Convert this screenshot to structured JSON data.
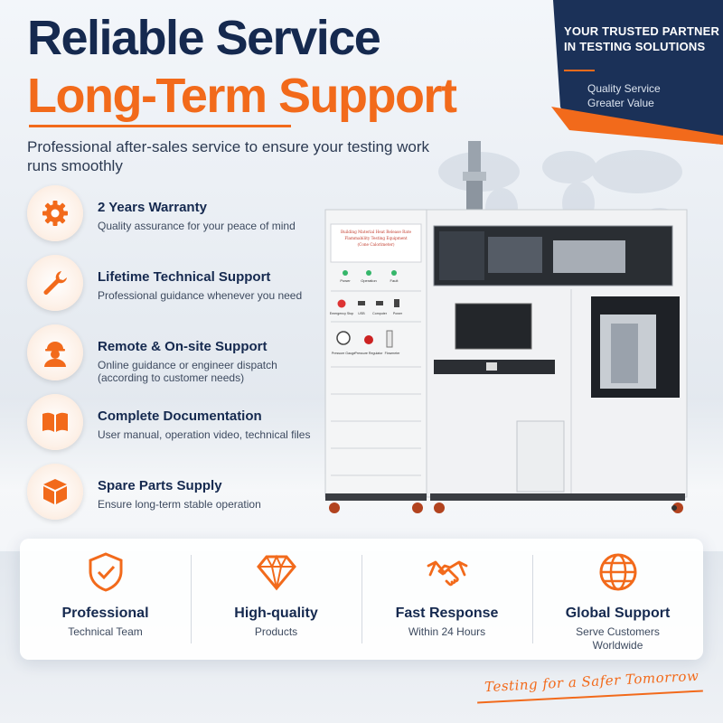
{
  "corner": {
    "title": "YOUR TRUSTED PARTNER IN TESTING SOLUTIONS",
    "line1": "Quality Service",
    "line2": "Greater Value"
  },
  "headline": {
    "line1": "Reliable Service",
    "line2": "Long-Term Support"
  },
  "subtitle": "Professional after-sales service to ensure your testing work runs smoothly",
  "features": [
    {
      "icon": "gear-icon",
      "title": "2 Years Warranty",
      "desc": "Quality assurance for your peace of mind"
    },
    {
      "icon": "wrench-icon",
      "title": "Lifetime Technical Support",
      "desc": "Professional guidance whenever you need"
    },
    {
      "icon": "engineer-icon",
      "title": "Remote & On-site Support",
      "desc": "Online guidance or engineer dispatch (according to customer needs)"
    },
    {
      "icon": "book-icon",
      "title": "Complete Documentation",
      "desc": "User manual, operation video, technical files"
    },
    {
      "icon": "box-icon",
      "title": "Spare Parts Supply",
      "desc": "Ensure long-term stable operation"
    }
  ],
  "machine": {
    "label": "Building Material Heat Release Rate Flammability Testing Equipment (Cone Calorimeter)",
    "lamps": [
      "Power",
      "Operation",
      "Fault"
    ],
    "controls": [
      "Emergency Stop",
      "USB",
      "Computer",
      "Power"
    ],
    "gauges": [
      "Pressure Gauge",
      "Pressure Regulator",
      "Flowmeter"
    ]
  },
  "highlights": [
    {
      "icon": "shield-check-icon",
      "title": "Professional",
      "sub": "Technical Team"
    },
    {
      "icon": "diamond-icon",
      "title": "High-quality",
      "sub": "Products"
    },
    {
      "icon": "handshake-icon",
      "title": "Fast Response",
      "sub": "Within 24 Hours"
    },
    {
      "icon": "globe-icon",
      "title": "Global Support",
      "sub": "Serve Customers Worldwide"
    }
  ],
  "tagline": "Testing for a Safer Tomorrow",
  "colors": {
    "navy": "#15294f",
    "orange": "#f26a1b"
  }
}
